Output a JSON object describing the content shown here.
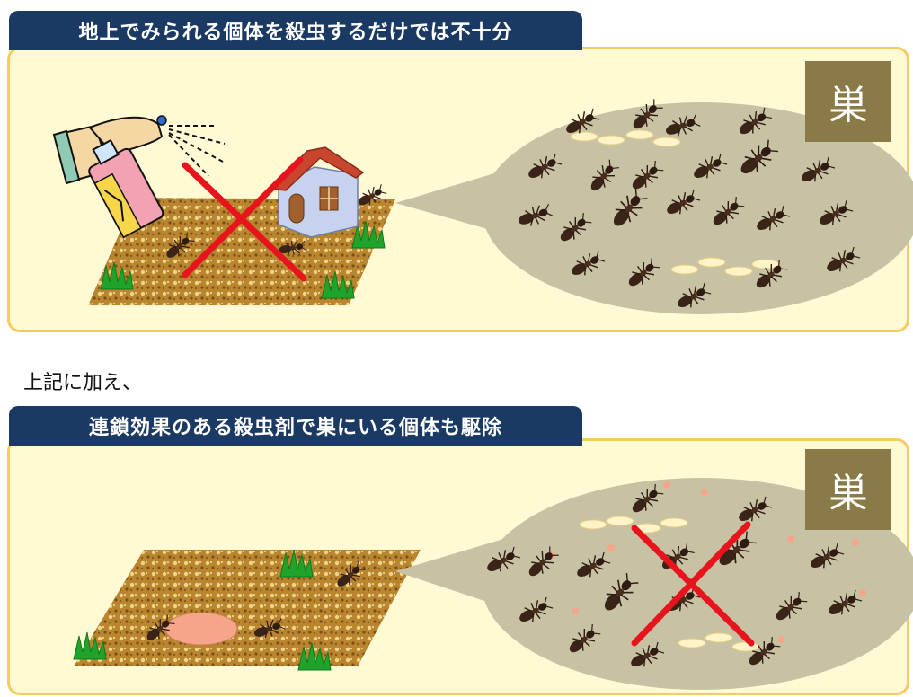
{
  "section1": {
    "title": "地上でみられる個体を殺虫するだけでは不十分",
    "nest_label": "巣"
  },
  "caption": "上記に加え、",
  "section2": {
    "title": "連鎖効果のある殺虫剤で巣にいる個体も駆除",
    "nest_label": "巣"
  },
  "colors": {
    "header_bg": "#1a3a63",
    "panel_bg": "#fffad3",
    "panel_border": "#f5cb63",
    "nest_fill": "#c8c2a4",
    "nest_label_bg": "#8a7a47",
    "cross_mark": "#e8141d",
    "ground": "#a9782c",
    "grass": "#1fa32b",
    "ant": "#3a2418",
    "bait": "#f4a58a"
  },
  "icons": [
    "spray-can-icon",
    "house-icon",
    "ant-icon",
    "grass-icon",
    "cross-mark-icon",
    "bait-icon",
    "larva-icon"
  ]
}
